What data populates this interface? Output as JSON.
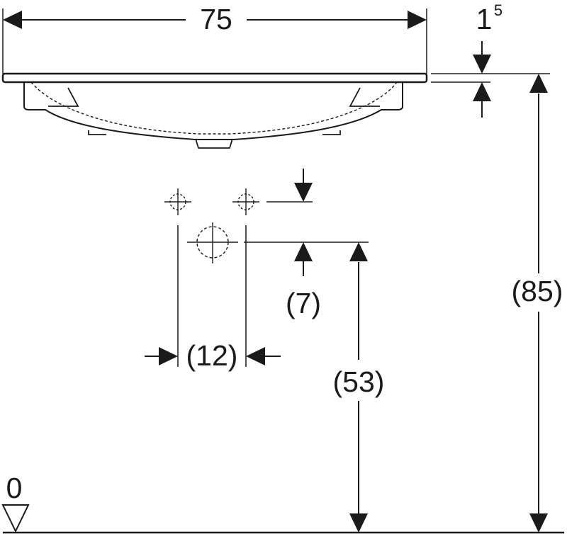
{
  "dimensions": {
    "width": "75",
    "rim_thickness": "1",
    "rim_thickness_sup": "5",
    "total_height": "(85)",
    "drain_height": "(53)",
    "tap_offset": "(7)",
    "tap_spacing": "(12)",
    "floor_level": "0"
  },
  "colors": {
    "line": "#1a1a1a",
    "background": "#ffffff"
  }
}
